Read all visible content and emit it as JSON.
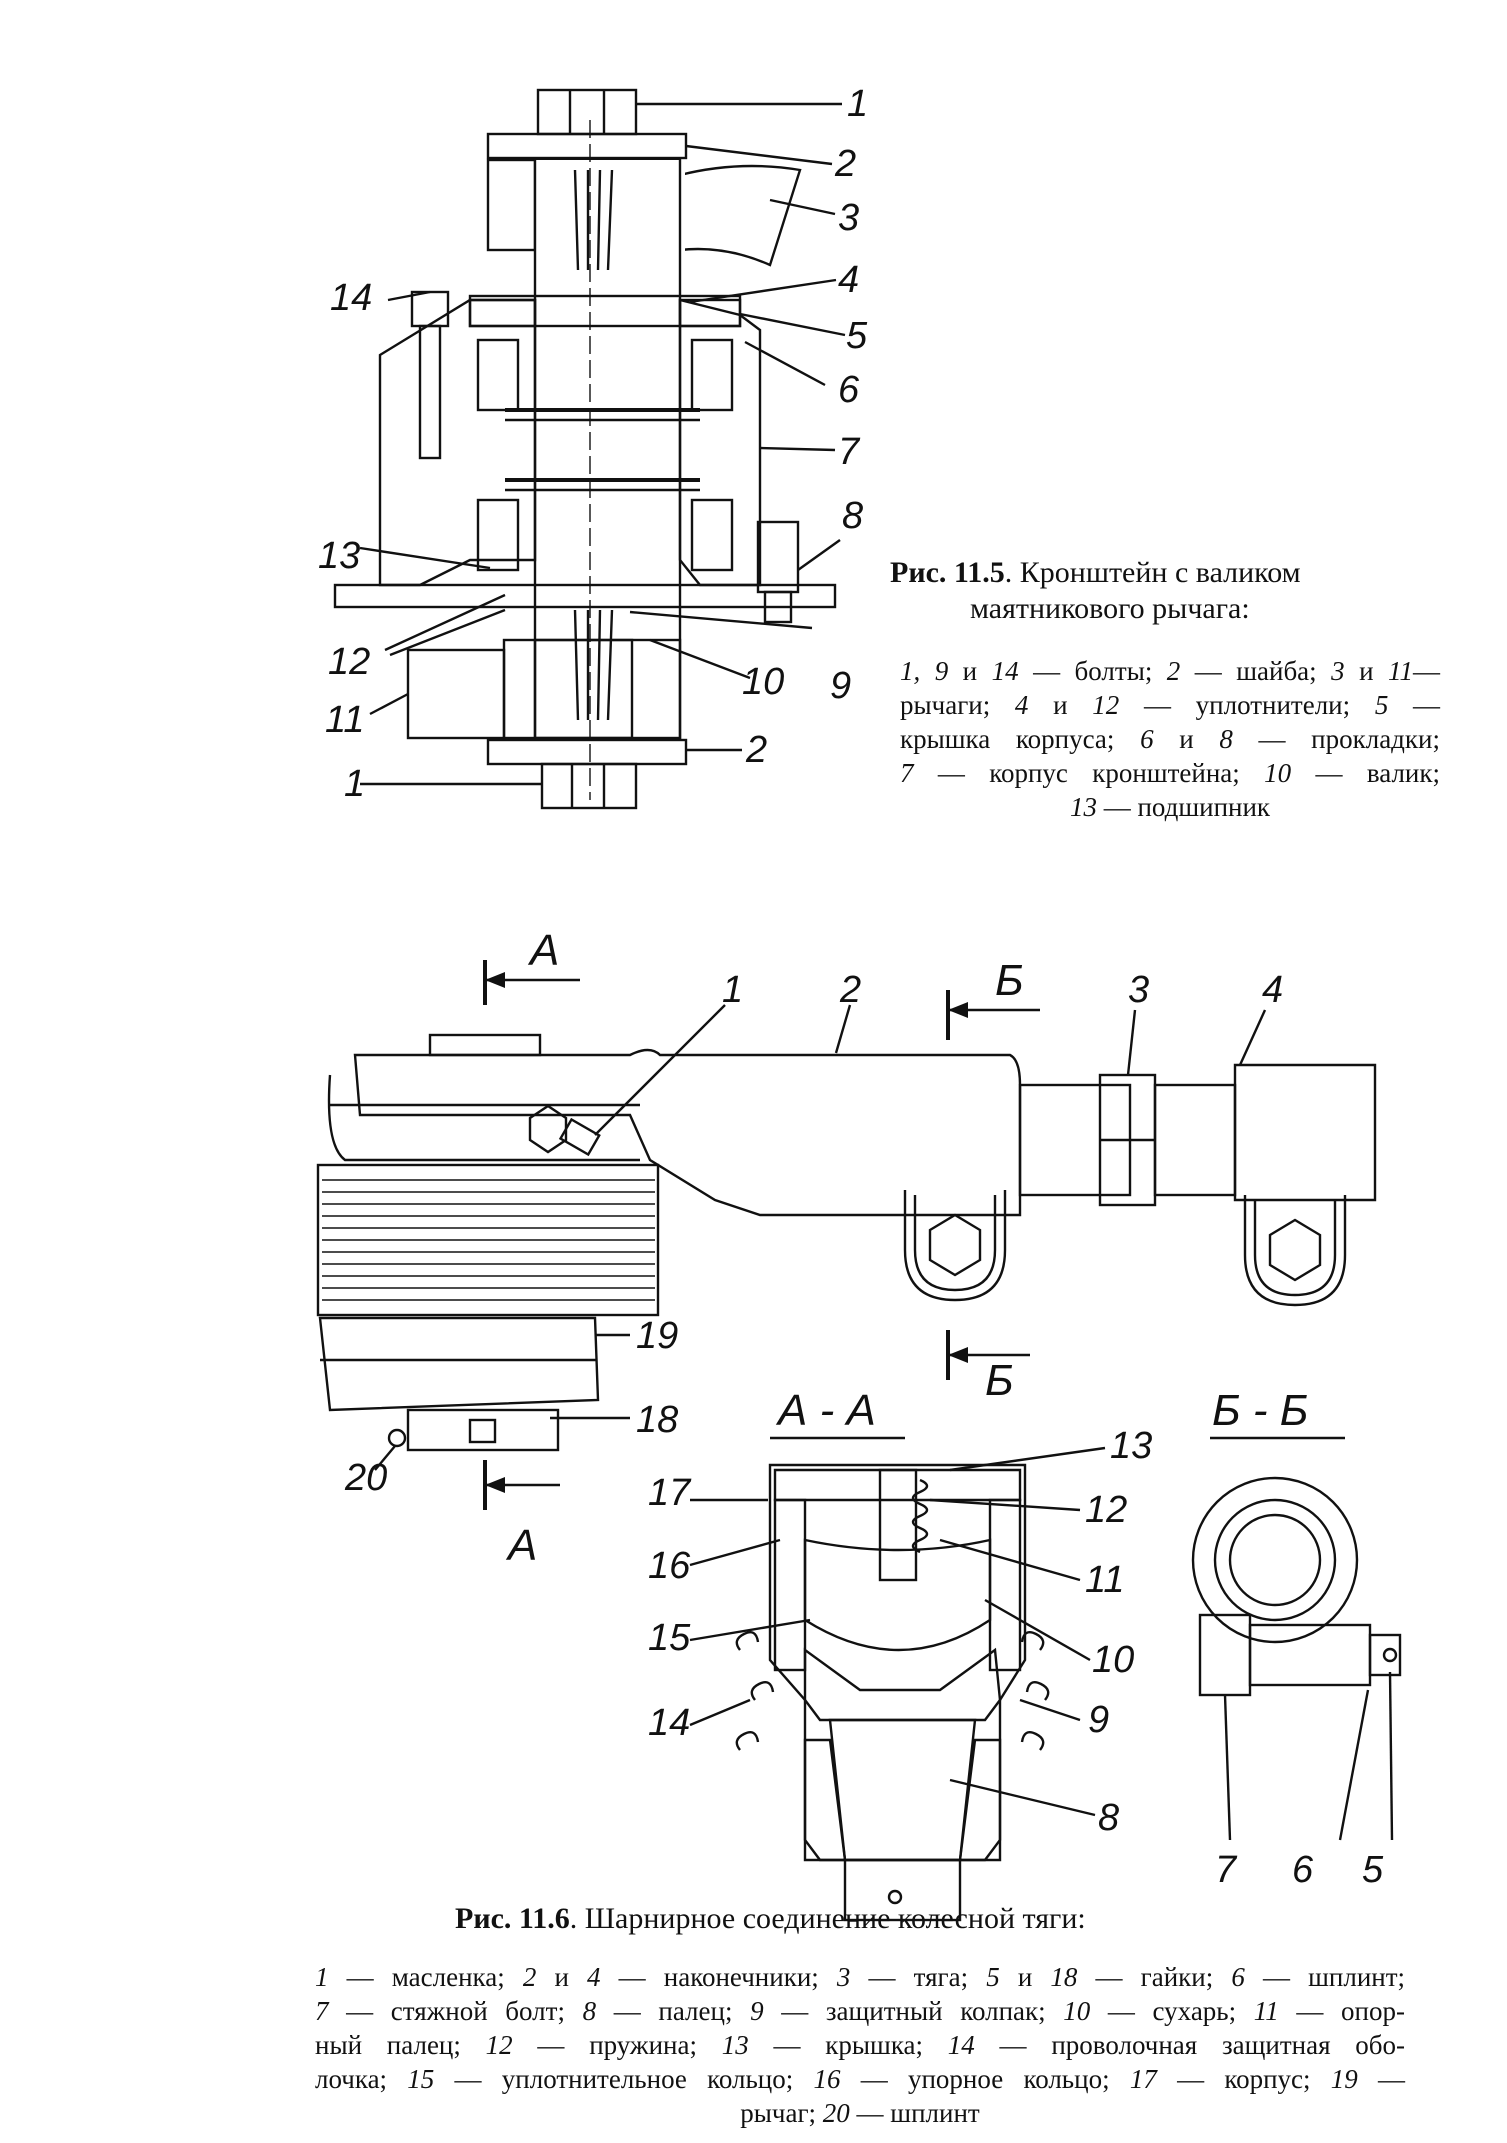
{
  "fig1": {
    "number": "Рис. 11.5",
    "title_line1": ". Кронштейн с валиком",
    "title_line2": "маятникового рычага:",
    "legend": [
      [
        "1, 9",
        " и ",
        "14",
        " — болты; ",
        "2",
        " — шайба; ",
        "3",
        " и ",
        "11",
        "—"
      ],
      [
        "",
        "рычаги; ",
        "4",
        " и ",
        "12",
        " — уплотнители; ",
        "5",
        " —"
      ],
      [
        "",
        "крышка корпуса; ",
        "6",
        " и ",
        "8",
        " — прокладки;"
      ],
      [
        "7",
        " — корпус кронштейна; ",
        "10",
        " — валик;"
      ],
      [
        "13",
        " — подшипник"
      ]
    ],
    "callouts": [
      "1",
      "2",
      "3",
      "4",
      "5",
      "6",
      "7",
      "8",
      "9",
      "10",
      "11",
      "12",
      "13",
      "14",
      "2",
      "1"
    ]
  },
  "fig2": {
    "number": "Рис. 11.6",
    "title": ". Шарнирное соединение колесной тяги:",
    "legend": [
      [
        "1",
        " — масленка; ",
        "2",
        " и ",
        "4",
        " — наконечники; ",
        "3",
        " — тяга; ",
        "5",
        " и ",
        "18",
        " — гайки; ",
        "6",
        " — шплинт;"
      ],
      [
        "7",
        " — стяжной болт; ",
        "8",
        " — палец; ",
        "9",
        " — защитный колпак; ",
        "10",
        " — сухарь; ",
        "11",
        " — опор-"
      ],
      [
        "",
        "ный палец; ",
        "12",
        " — пружина; ",
        "13",
        " — крышка; ",
        "14",
        " — проволочная защитная обо-"
      ],
      [
        "",
        "лочка; ",
        "15",
        " — уплотнительное кольцо; ",
        "16",
        " — упорное кольцо; ",
        "17",
        " — корпус; ",
        "19",
        " —"
      ],
      [
        "",
        "рычаг; ",
        "20",
        " — шплинт"
      ]
    ],
    "sections": {
      "a": "А",
      "b": "Б",
      "aa": "А - А",
      "bb": "Б - Б"
    },
    "callouts": [
      "1",
      "2",
      "3",
      "4",
      "5",
      "6",
      "7",
      "8",
      "9",
      "10",
      "11",
      "12",
      "13",
      "14",
      "15",
      "16",
      "17",
      "18",
      "19",
      "20"
    ]
  }
}
